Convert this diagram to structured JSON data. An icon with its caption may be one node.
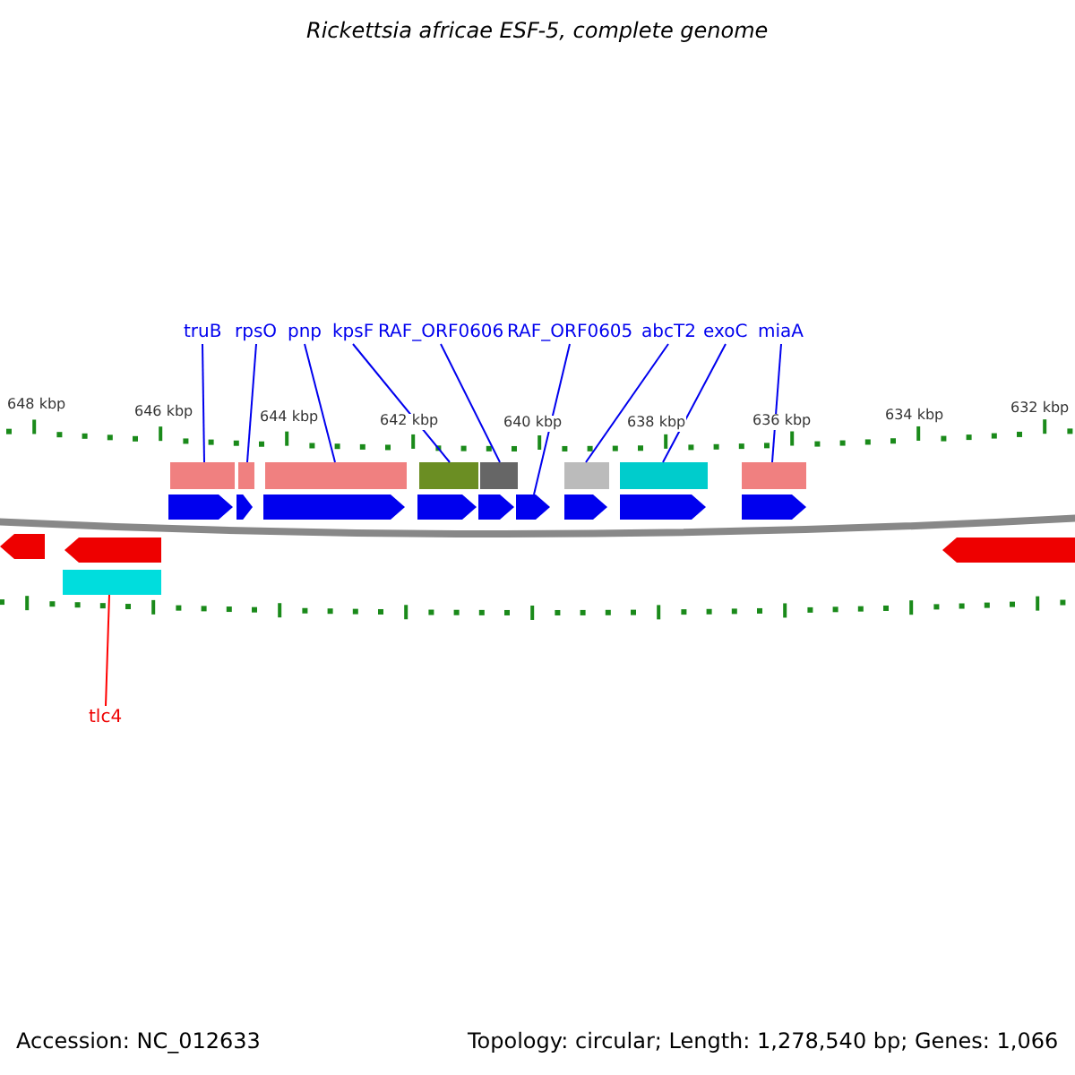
{
  "diagram": {
    "title": "Rickettsia africae ESF-5, complete genome",
    "nodes": [
      {
        "text": [
          "truB"
        ]
      },
      {
        "text": [
          "rpsO"
        ]
      },
      {
        "text": [
          "pnp"
        ]
      },
      {
        "text": [
          "kpsF"
        ]
      },
      {
        "text": [
          "RAF_ORF0606"
        ]
      },
      {
        "text": [
          "RAF_ORF0605"
        ]
      },
      {
        "text": [
          "abcT2"
        ]
      },
      {
        "text": [
          "exoC"
        ]
      },
      {
        "text": [
          "miaA"
        ]
      },
      {
        "text": [],
        "shape": "bar"
      },
      {
        "text": [],
        "shape": "bar"
      },
      {
        "text": [],
        "shape": "bar"
      },
      {
        "text": [],
        "shape": "bar"
      },
      {
        "text": [],
        "shape": "bar"
      },
      {
        "text": [],
        "shape": "bar"
      },
      {
        "text": [],
        "shape": "bar"
      },
      {
        "text": [],
        "shape": "bar"
      },
      {
        "text": [],
        "shape": "pentagon"
      },
      {
        "text": [],
        "shape": "pentagon"
      },
      {
        "text": [],
        "shape": "pentagon"
      },
      {
        "text": [],
        "shape": "pentagon"
      },
      {
        "text": [],
        "shape": "pentagon"
      },
      {
        "text": [],
        "shape": "pentagon"
      },
      {
        "text": [],
        "shape": "pentagon"
      },
      {
        "text": [],
        "shape": "pentagon"
      },
      {
        "text": [],
        "shape": "pentagon"
      },
      {
        "text": [],
        "shape": "pentagon"
      },
      {
        "text": [],
        "shape": "pentagon"
      },
      {
        "text": [],
        "shape": "pentagon"
      },
      {
        "text": [],
        "shape": "bar"
      },
      {
        "text": [
          "tlc4"
        ]
      }
    ],
    "edges": [
      {
        "from": 0,
        "to": 9,
        "arrow": "none"
      },
      {
        "from": 1,
        "to": 10,
        "arrow": "none"
      },
      {
        "from": 2,
        "to": 11,
        "arrow": "none"
      },
      {
        "from": 3,
        "to": 12,
        "arrow": "none"
      },
      {
        "from": 4,
        "to": 13,
        "arrow": "none"
      },
      {
        "from": 5,
        "to": 22,
        "arrow": "none"
      },
      {
        "from": 6,
        "to": 14,
        "arrow": "none"
      },
      {
        "from": 7,
        "to": 15,
        "arrow": "none"
      },
      {
        "from": 8,
        "to": 16,
        "arrow": "none"
      },
      {
        "from": 30,
        "to": 29,
        "arrow": "none",
        "color": "#ff0000"
      }
    ],
    "labels": [
      "648 kbp",
      "646 kbp",
      "644 kbp",
      "642 kbp",
      "640 kbp",
      "638 kbp",
      "636 kbp",
      "634 kbp",
      "632 kbp",
      "Accession: NC_012633",
      "Topology: circular; Length: 1,278,540 bp; Genes: 1,066"
    ]
  }
}
